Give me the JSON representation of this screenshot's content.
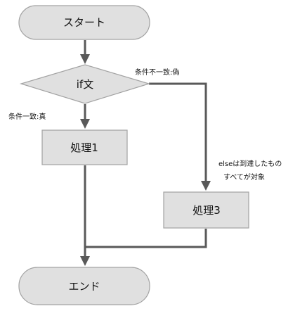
{
  "flowchart": {
    "nodes": {
      "start": "スタート",
      "decision": "if文",
      "process1": "処理1",
      "process3": "処理3",
      "end": "エンド"
    },
    "labels": {
      "true_branch": "条件一致:真",
      "false_branch": "条件不一致:偽",
      "else_note_line1": "elseは到達したもの",
      "else_note_line2": "すべてが対象"
    },
    "colors": {
      "shape_fill": "#e0e0e0",
      "shape_border": "#a2a2a2",
      "connector": "#595959"
    }
  }
}
